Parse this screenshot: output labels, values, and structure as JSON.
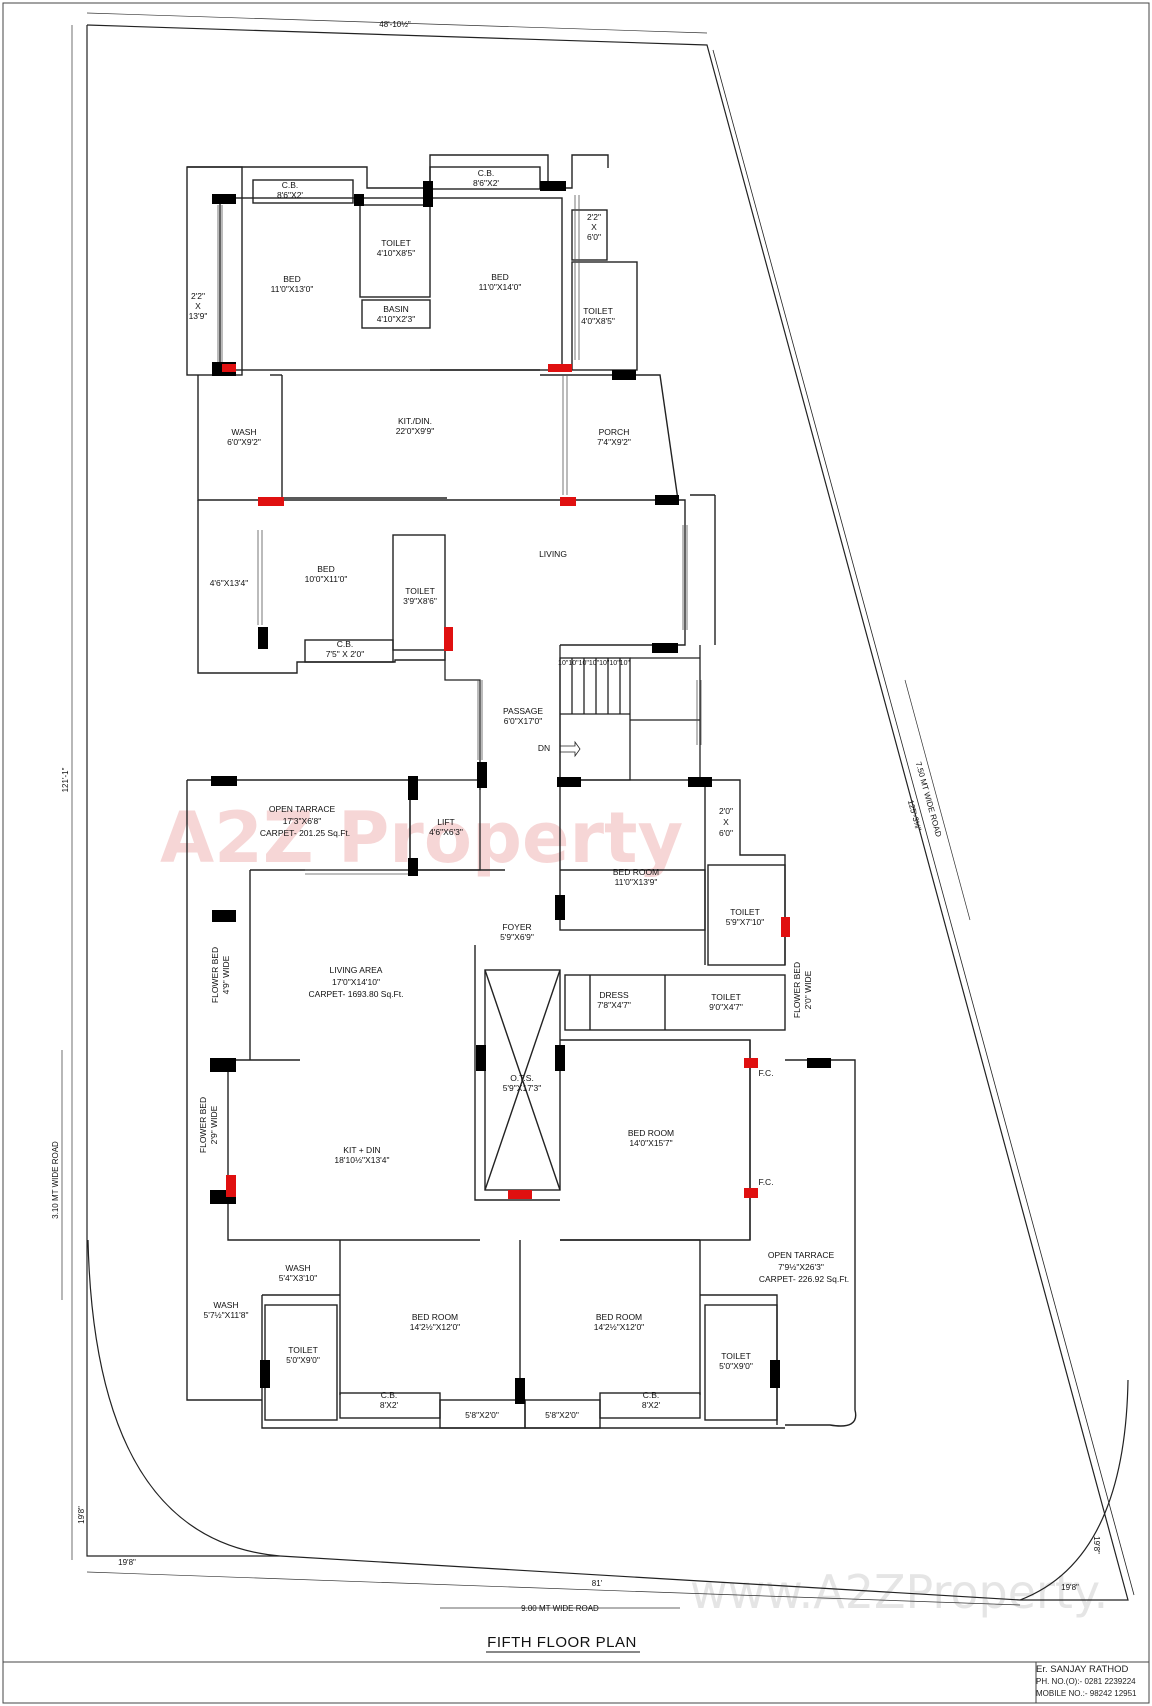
{
  "plan_title": "FIFTH FLOOR PLAN",
  "engineer": {
    "name": "Er. SANJAY RATHOD",
    "phone": "PH. NO.(O):- 0281 2239224",
    "mobile": "MOBILE NO.:- 98242 12951"
  },
  "watermark": {
    "logo": "A2Z Property",
    "url": "www.A2ZProperty."
  },
  "roads": {
    "east": "7.50 MT WIDE ROAD",
    "west": "3.10 MT WIDE ROAD",
    "south": "9.00 MT WIDE ROAD"
  },
  "dimensions": {
    "top": "48'-10½\"",
    "left": "121'-1\"",
    "east": "125'-3⅛\"",
    "bottom": "81'",
    "sw_v": "19'8\"",
    "sw_h": "19'8\"",
    "se_h": "19'8\"",
    "se_v": "19'8\""
  },
  "rooms": [
    {
      "key": "cb1",
      "name": "C.B.",
      "size": "8'6\"X2'"
    },
    {
      "key": "cb2",
      "name": "C.B.",
      "size": "8'6\"X2'"
    },
    {
      "key": "toilet1",
      "name": "TOILET",
      "size": "4'10\"X8'5\""
    },
    {
      "key": "bed1",
      "name": "BED",
      "size": "11'0\"X13'0\""
    },
    {
      "key": "bed2",
      "name": "BED",
      "size": "11'0\"X14'0\""
    },
    {
      "key": "basin",
      "name": "BASIN",
      "size": "4'10\"X2'3\""
    },
    {
      "key": "toilet2",
      "name": "TOILET",
      "size": "4'0\"X8'5\""
    },
    {
      "key": "wash1",
      "name": "WASH",
      "size": "6'0\"X9'2\""
    },
    {
      "key": "kitdin1",
      "name": "KIT./DIN.",
      "size": "22'0\"X9'9\""
    },
    {
      "key": "porch",
      "name": "PORCH",
      "size": "7'4\"X9'2\""
    },
    {
      "key": "living1",
      "name": "LIVING",
      "size": ""
    },
    {
      "key": "bed3",
      "name": "BED",
      "size": "10'0\"X11'0\""
    },
    {
      "key": "toilet3",
      "name": "TOILET",
      "size": "3'9\"X8'6\""
    },
    {
      "key": "cb3",
      "name": "C.B.",
      "size": "7'5\" X 2'0\""
    },
    {
      "key": "passage",
      "name": "PASSAGE",
      "size": "6'0\"X17'0\""
    },
    {
      "key": "dn",
      "name": "DN",
      "size": ""
    },
    {
      "key": "lift",
      "name": "LIFT",
      "size": "4'6\"X6'3\""
    },
    {
      "key": "bedroom1",
      "name": "BED ROOM",
      "size": "11'0\"X13'9\""
    },
    {
      "key": "toilet4",
      "name": "TOILET",
      "size": "5'9\"X7'10\""
    },
    {
      "key": "foyer",
      "name": "FOYER",
      "size": "5'9\"X6'9\""
    },
    {
      "key": "dress",
      "name": "DRESS",
      "size": "7'8\"X4'7\""
    },
    {
      "key": "toilet5",
      "name": "TOILET",
      "size": "9'0\"X4'7\""
    },
    {
      "key": "ots",
      "name": "O.T.S.",
      "size": "5'9\"X17'3\""
    },
    {
      "key": "bedroom2",
      "name": "BED ROOM",
      "size": "14'0\"X15'7\""
    },
    {
      "key": "kitdin2",
      "name": "KIT + DIN",
      "size": "18'10½\"X13'4\""
    },
    {
      "key": "wash2",
      "name": "WASH",
      "size": "5'4\"X3'10\""
    },
    {
      "key": "wash3",
      "name": "WASH",
      "size": "5'7½\"X11'8\""
    },
    {
      "key": "toilet6",
      "name": "TOILET",
      "size": "5'0\"X9'0\""
    },
    {
      "key": "bedroom3",
      "name": "BED ROOM",
      "size": "14'2½\"X12'0\""
    },
    {
      "key": "bedroom4",
      "name": "BED ROOM",
      "size": "14'2½\"X12'0\""
    },
    {
      "key": "toilet7",
      "name": "TOILET",
      "size": "5'0\"X9'0\""
    },
    {
      "key": "cb4",
      "name": "C.B.",
      "size": "8'X2'"
    },
    {
      "key": "cb5",
      "name": "C.B.",
      "size": "8'X2'"
    },
    {
      "key": "ledge1",
      "name": "5'8\"X2'0\"",
      "size": ""
    },
    {
      "key": "ledge2",
      "name": "5'8\"X2'0\"",
      "size": ""
    },
    {
      "key": "fc1",
      "name": "F.C.",
      "size": ""
    },
    {
      "key": "fc2",
      "name": "F.C.",
      "size": ""
    }
  ],
  "terraces": {
    "open1": {
      "name": "OPEN TARRACE",
      "size": "17'3\"X6'8\"",
      "carpet": "CARPET- 201.25 Sq.Ft."
    },
    "living_area": {
      "name": "LIVING AREA",
      "size": "17'0\"X14'10\"",
      "carpet": "CARPET- 1693.80 Sq.Ft."
    },
    "open2": {
      "name": "OPEN TARRACE",
      "size": "7'9½\"X26'3\"",
      "carpet": "CARPET- 226.92 Sq.Ft."
    }
  },
  "vertical_labels": {
    "fb1": {
      "line1": "FLOWER BED",
      "line2": "4'9\" WIDE"
    },
    "fb2": {
      "line1": "FLOWER BED",
      "line2": "2'9\" WIDE"
    },
    "fb3": {
      "line1": "FLOWER BED",
      "line2": "2'0\" WIDE"
    }
  },
  "small_dims": {
    "d1": {
      "a": "2'2\"",
      "b": "X",
      "c": "13'9\""
    },
    "d2": {
      "a": "2'2\"",
      "b": "X",
      "c": "6'0\""
    },
    "d3": {
      "a": "2'0\"",
      "b": "X",
      "c": "6'0\""
    },
    "d4": "4'6\"X13'4\"",
    "stairs": "10\"10\"10\"10\"10\"10\"10\""
  }
}
